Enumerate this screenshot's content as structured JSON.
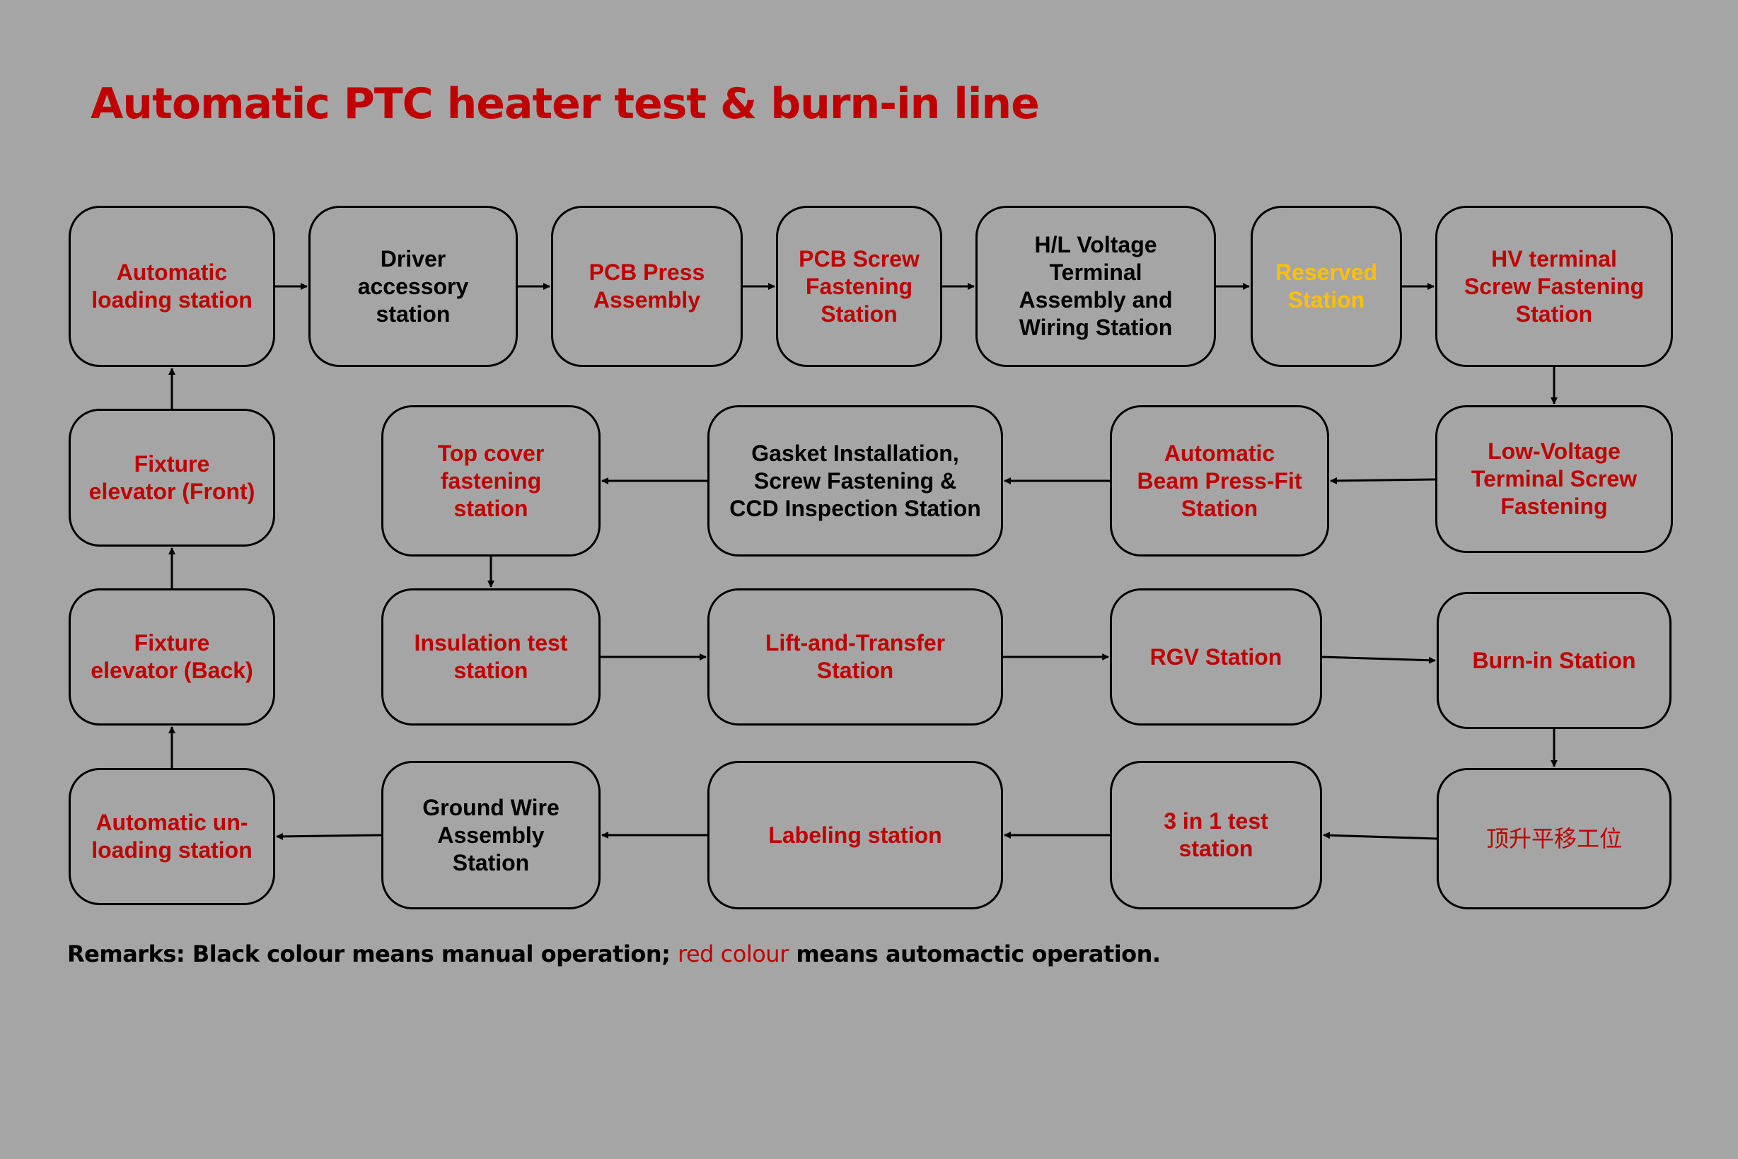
{
  "title": "Automatic PTC heater test & burn-in line",
  "colors": {
    "automatic": "#c00000",
    "manual": "#000000",
    "reserved": "#ffc000",
    "background": "#a5a5a5"
  },
  "stations": {
    "auto_loading": {
      "label": "Automatic\nloading station",
      "mode": "automatic"
    },
    "driver_accessory": {
      "label": "Driver\naccessory\nstation",
      "mode": "manual"
    },
    "pcb_press": {
      "label": "PCB Press\nAssembly",
      "mode": "automatic"
    },
    "pcb_screw": {
      "label": "PCB Screw\nFastening\nStation",
      "mode": "automatic"
    },
    "hl_voltage": {
      "label": "H/L Voltage\nTerminal\nAssembly and\nWiring Station",
      "mode": "manual"
    },
    "reserved": {
      "label": "Reserved\nStation",
      "mode": "reserved"
    },
    "hv_terminal": {
      "label": "HV terminal\nScrew Fastening\nStation",
      "mode": "automatic"
    },
    "fixture_front": {
      "label": "Fixture\nelevator (Front)",
      "mode": "automatic"
    },
    "top_cover": {
      "label": "Top cover\nfastening\nstation",
      "mode": "automatic"
    },
    "gasket": {
      "label": "Gasket Installation,\nScrew Fastening &\nCCD Inspection Station",
      "mode": "manual"
    },
    "beam_press": {
      "label": "Automatic\nBeam Press-Fit\nStation",
      "mode": "automatic"
    },
    "low_voltage": {
      "label": "Low-Voltage\nTerminal Screw\nFastening",
      "mode": "automatic"
    },
    "fixture_back": {
      "label": "Fixture\nelevator (Back)",
      "mode": "automatic"
    },
    "insulation": {
      "label": "Insulation  test\nstation",
      "mode": "automatic"
    },
    "lift_transfer": {
      "label": "Lift-and-Transfer\nStation",
      "mode": "automatic"
    },
    "rgv": {
      "label": "RGV Station",
      "mode": "automatic"
    },
    "burn_in": {
      "label": "Burn-in Station",
      "mode": "automatic"
    },
    "auto_unloading": {
      "label": "Automatic un-\nloading station",
      "mode": "automatic"
    },
    "ground_wire": {
      "label": "Ground Wire\nAssembly\nStation",
      "mode": "manual"
    },
    "labeling": {
      "label": "Labeling station",
      "mode": "automatic"
    },
    "three_in_one": {
      "label": "3 in 1 test\nstation",
      "mode": "automatic"
    },
    "lift_shift_cn": {
      "label": "顶升平移工位",
      "mode": "automatic"
    }
  },
  "flow": [
    [
      "auto_loading",
      "driver_accessory"
    ],
    [
      "driver_accessory",
      "pcb_press"
    ],
    [
      "pcb_press",
      "pcb_screw"
    ],
    [
      "pcb_screw",
      "hl_voltage"
    ],
    [
      "hl_voltage",
      "reserved"
    ],
    [
      "reserved",
      "hv_terminal"
    ],
    [
      "hv_terminal",
      "low_voltage"
    ],
    [
      "low_voltage",
      "beam_press"
    ],
    [
      "beam_press",
      "gasket"
    ],
    [
      "gasket",
      "top_cover"
    ],
    [
      "top_cover",
      "insulation"
    ],
    [
      "insulation",
      "lift_transfer"
    ],
    [
      "lift_transfer",
      "rgv"
    ],
    [
      "rgv",
      "burn_in"
    ],
    [
      "burn_in",
      "lift_shift_cn"
    ],
    [
      "lift_shift_cn",
      "three_in_one"
    ],
    [
      "three_in_one",
      "labeling"
    ],
    [
      "labeling",
      "ground_wire"
    ],
    [
      "ground_wire",
      "auto_unloading"
    ],
    [
      "auto_unloading",
      "fixture_back"
    ],
    [
      "fixture_back",
      "fixture_front"
    ],
    [
      "fixture_front",
      "auto_loading"
    ]
  ],
  "remarks": {
    "part1": "Remarks: Black colour means manual operation; ",
    "part2": "red colour",
    "part3": " means automactic operation."
  }
}
